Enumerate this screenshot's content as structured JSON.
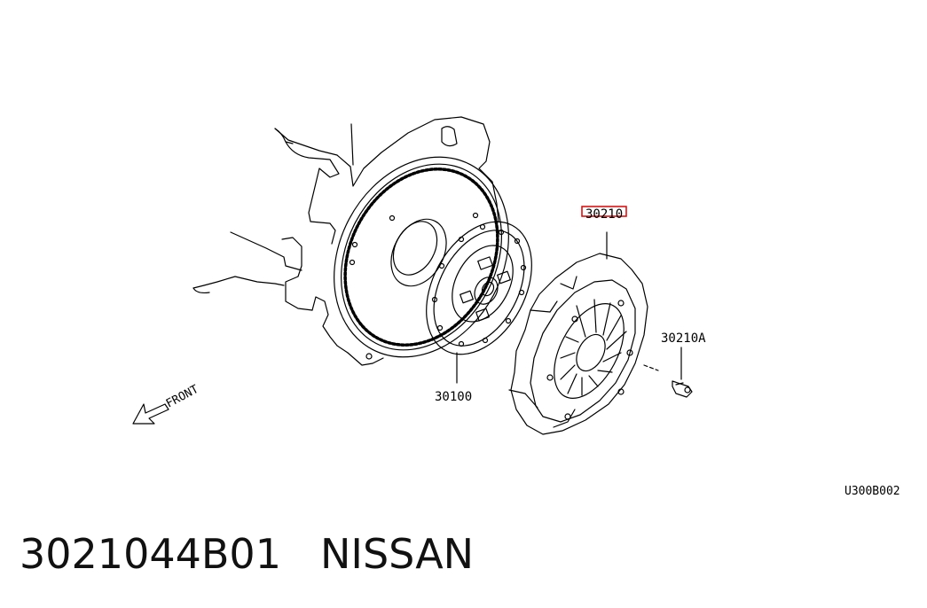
{
  "diagram": {
    "callouts": {
      "pressure_plate": "30210",
      "disc": "30100",
      "bolt": "30210A"
    },
    "front_label": "FRONT",
    "drawing_code": "U300B002",
    "highlight_color": "#e00000"
  },
  "footer": {
    "part_number": "3021044B01",
    "brand": "NISSAN"
  }
}
